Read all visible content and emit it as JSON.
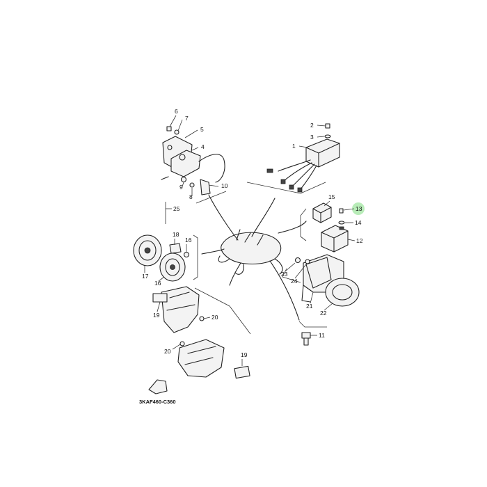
{
  "diagram_code": "3KAF460-C360",
  "highlight_color": "#7ddc7d",
  "callouts": [
    {
      "id": "c6",
      "text": "6"
    },
    {
      "id": "c7",
      "text": "7"
    },
    {
      "id": "c5",
      "text": "5"
    },
    {
      "id": "c4",
      "text": "4"
    },
    {
      "id": "c9",
      "text": "9"
    },
    {
      "id": "c8",
      "text": "8"
    },
    {
      "id": "c10",
      "text": "10"
    },
    {
      "id": "c2",
      "text": "2"
    },
    {
      "id": "c3",
      "text": "3"
    },
    {
      "id": "c1",
      "text": "1"
    },
    {
      "id": "c15",
      "text": "15"
    },
    {
      "id": "c13",
      "text": "13"
    },
    {
      "id": "c14",
      "text": "14"
    },
    {
      "id": "c12",
      "text": "12"
    },
    {
      "id": "c25",
      "text": "25"
    },
    {
      "id": "c18",
      "text": "18"
    },
    {
      "id": "c16a",
      "text": "16"
    },
    {
      "id": "c17",
      "text": "17"
    },
    {
      "id": "c16b",
      "text": "16"
    },
    {
      "id": "c23",
      "text": "23"
    },
    {
      "id": "c24",
      "text": "24"
    },
    {
      "id": "c21",
      "text": "21"
    },
    {
      "id": "c22",
      "text": "22"
    },
    {
      "id": "c11",
      "text": "11"
    },
    {
      "id": "c19a",
      "text": "19"
    },
    {
      "id": "c20a",
      "text": "20"
    },
    {
      "id": "c20b",
      "text": "20"
    },
    {
      "id": "c19b",
      "text": "19"
    }
  ]
}
